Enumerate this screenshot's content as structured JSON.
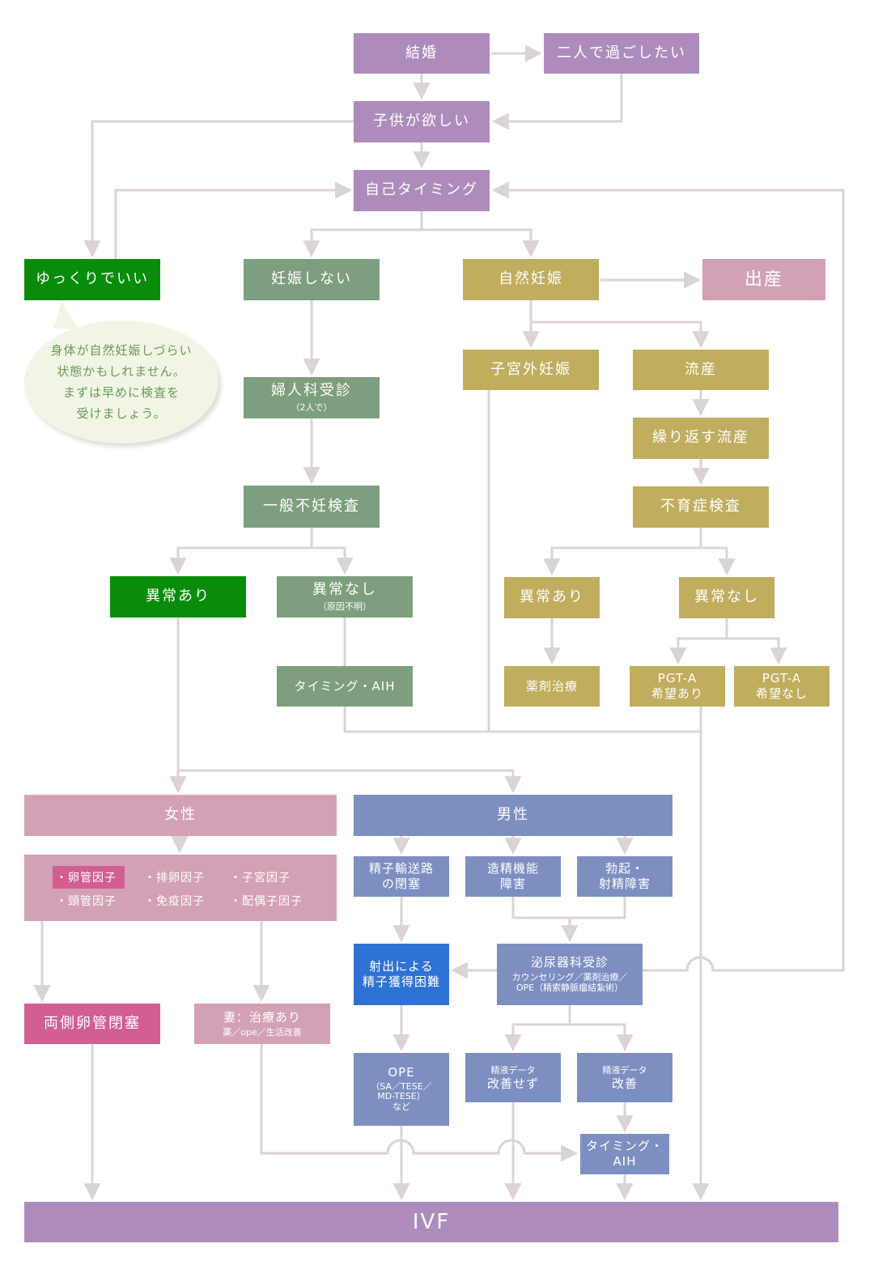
{
  "colors": {
    "purple": "#ad8cbd",
    "sage": "#7d9e7f",
    "olive": "#c0ad5e",
    "pink": "#d3a1b5",
    "bright_green": "#0a8c0b",
    "blue": "#7d8fc1",
    "royal_blue": "#2f72d6",
    "rose": "#d35e92",
    "line": "#dcd3d6",
    "bubble": "#f1f5e6",
    "bubble_text": "#6a9a55"
  },
  "top": {
    "marriage": "結婚",
    "two_alone": "二人で過ごしたい",
    "want_child": "子供が欲しい",
    "self_timing": "自己タイミング"
  },
  "left": {
    "take_it_slow": "ゆっくりでいい",
    "bubble": [
      "身体が自然妊娠しづらい",
      "状態かもしれません。",
      "まずは早めに検査を",
      "受けましょう。"
    ]
  },
  "no_pregnancy": {
    "title": "妊娠しない",
    "gyn_visit": "婦人科受診",
    "gyn_visit_note": "（2人で）",
    "general_test": "一般不妊検査",
    "abnormal": "異常あり",
    "normal": "異常なし",
    "normal_note": "（原因不明）",
    "timing_aih": "タイミング・AIH"
  },
  "natural": {
    "title": "自然妊娠",
    "birth": "出産",
    "ectopic": "子宮外妊娠",
    "miscarriage": "流産",
    "recurrent": "繰り返す流産",
    "infertility_test": "不育症検査",
    "abnormal": "異常あり",
    "normal": "異常なし",
    "drug_therapy": "薬剤治療",
    "pgta_yes": [
      "PGT-A",
      "希望あり"
    ],
    "pgta_no": [
      "PGT-A",
      "希望なし"
    ]
  },
  "female": {
    "title": "女性",
    "factors": [
      "・卵管因子",
      "・排卵因子",
      "・子宮因子",
      "・頸管因子",
      "・免疫因子",
      "・配偶子因子"
    ],
    "bilateral": "両側卵管閉塞",
    "wife_treatment": "妻：治療あり",
    "wife_treatment_note": "薬／ope／生活改善"
  },
  "male": {
    "title": "男性",
    "obstruction": [
      "精子輸送路",
      "の閉塞"
    ],
    "spermatogenesis": [
      "造精機能",
      "障害"
    ],
    "erection": [
      "勃起・",
      "射精障害"
    ],
    "urology": "泌尿器科受診",
    "urology_note1": "カウンセリング／薬剤治療／",
    "urology_note2": "OPE（精索静脈瘤結紮術）",
    "ejaculation": [
      "射出による",
      "精子獲得困難"
    ],
    "ope": [
      "OPE",
      "（SA／TESE／",
      "MD-TESE）",
      "など"
    ],
    "semen_no": [
      "精液データ",
      "改善せず"
    ],
    "semen_yes": [
      "精液データ",
      "改善"
    ],
    "timing_aih": [
      "タイミング・",
      "AIH"
    ]
  },
  "ivf": "IVF"
}
